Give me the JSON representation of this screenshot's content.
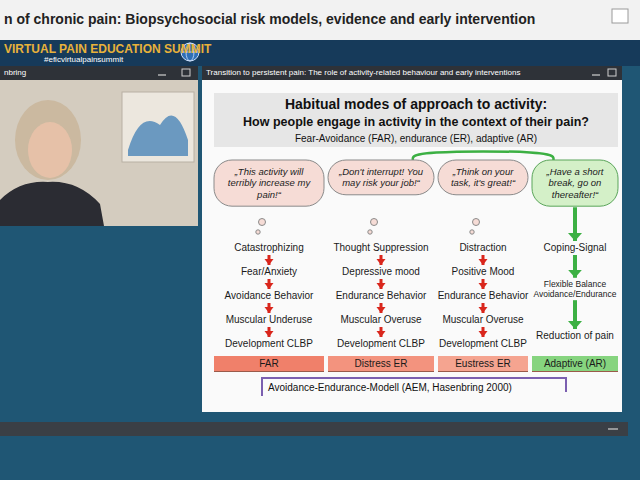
{
  "diagram": {
    "title": "Habitual modes of approach to activity:",
    "nodes": [
      {
        "text": [
          "„This activity will terribly increase my pain!“"
        ]
      },
      {
        "text": [
          "„Don't interrupt! You may risk your job!“"
        ]
      },
      {
        "text": [
          "„Think on your task, it's great!“"
        ]
      },
      {
        "text": [
          "„Have a short break, go on thereafter!“"
        ]
      },
      {
        "text": [
          "Catastrophizing"
        ]
      },
      {
        "text": [
          "Fear/Anxiety"
        ]
      },
      {
        "text": [
          "Avoidance Behavior"
        ]
      },
      {
        "text": [
          "Muscular Underuse"
        ]
      },
      {
        "text": [
          "Development CLBP"
        ]
      },
      {
        "text": [
          "Thought Suppression"
        ]
      },
      {
        "text": [
          "Depressive mood"
        ]
      },
      {
        "text": [
          "Endurance Behavior"
        ]
      },
      {
        "text": [
          "Muscular Overuse"
        ]
      },
      {
        "text": [
          "Development CLBP"
        ]
      },
      {
        "text": [
          "Distraction"
        ]
      },
      {
        "text": [
          "Positive Mood"
        ]
      },
      {
        "text": [
          "Endurance Behavior"
        ]
      },
      {
        "text": [
          "Muscular Overuse"
        ]
      },
      {
        "text": [
          "Development CLBP"
        ]
      },
      {
        "text": [
          "Coping-Signal"
        ]
      },
      {
        "text": [
          "Flexible Balance Avoidance/Endurance"
        ]
      },
      {
        "text": [
          "Reduction of pain"
        ]
      },
      {
        "text": [
          "FAR"
        ]
      },
      {
        "text": [
          "Distress ER"
        ]
      },
      {
        "text": [
          "Eustress ER"
        ]
      },
      {
        "text": [
          "Adaptive (AR)"
        ]
      }
    ],
    "edges": [
      {
        "from": 1,
        "to": 3,
        "arrow": "none"
      },
      {
        "from": 4,
        "to": 5,
        "arrow": "to"
      },
      {
        "from": 5,
        "to": 6,
        "arrow": "to"
      },
      {
        "from": 6,
        "to": 7,
        "arrow": "to"
      },
      {
        "from": 7,
        "to": 8,
        "arrow": "to"
      },
      {
        "from": 9,
        "to": 10,
        "arrow": "to"
      },
      {
        "from": 10,
        "to": 11,
        "arrow": "to"
      },
      {
        "from": 11,
        "to": 12,
        "arrow": "to"
      },
      {
        "from": 12,
        "to": 13,
        "arrow": "to"
      },
      {
        "from": 14,
        "to": 15,
        "arrow": "to"
      },
      {
        "from": 15,
        "to": 16,
        "arrow": "to"
      },
      {
        "from": 16,
        "to": 17,
        "arrow": "to"
      },
      {
        "from": 17,
        "to": 18,
        "arrow": "to"
      },
      {
        "from": 3,
        "to": 19,
        "arrow": "to"
      },
      {
        "from": 19,
        "to": 20,
        "arrow": "to"
      },
      {
        "from": 20,
        "to": 21,
        "arrow": "to"
      }
    ],
    "labels": [
      "n of chronic pain: Biopsychosocial risk models, evidence and early intervention",
      "VIRTUAL PAIN EDUCATION SUMMIT",
      "#eficvirtualpainsummit",
      "nbring",
      "Transition to persistent pain: The role of activity-related behaviour and early interventions",
      "How people engage in activity in the context of their pain?",
      "Fear-Avoidance (FAR), endurance (ER), adaptive (AR)",
      "Avoidance-Endurance-Modell (AEM, Hasenbring 2000)"
    ]
  }
}
